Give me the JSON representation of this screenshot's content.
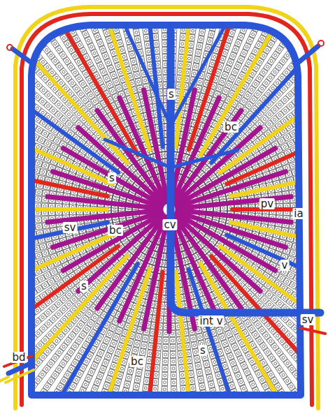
{
  "diagram": {
    "labels": [
      "s",
      "bc",
      "s",
      "pv",
      "ia",
      "sv",
      "bc",
      "cv",
      "v",
      "s",
      "int v",
      "sv",
      "bd",
      "bc",
      "s"
    ]
  }
}
